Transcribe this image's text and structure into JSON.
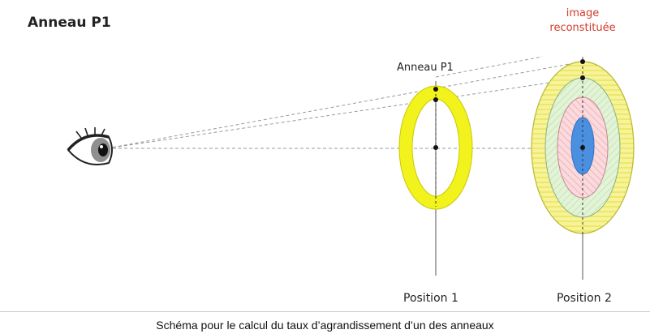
{
  "title": "Anneau P1",
  "ring_label": "Anneau P1",
  "image_label": [
    "image",
    "reconstituée"
  ],
  "positions": [
    "Position 1",
    "Position 2"
  ],
  "caption": "Schéma pour le calcul du taux d’agrandissement d’un des anneaux",
  "colors": {
    "ring_yellow": "#f2f21c",
    "outer_ring_yellow": "#f4f27a",
    "green_ring": "#d8f0cc",
    "pink_ring": "#f6c8cc",
    "blue_center": "#4a8fe0",
    "image_label_red": "#d43a2a"
  }
}
